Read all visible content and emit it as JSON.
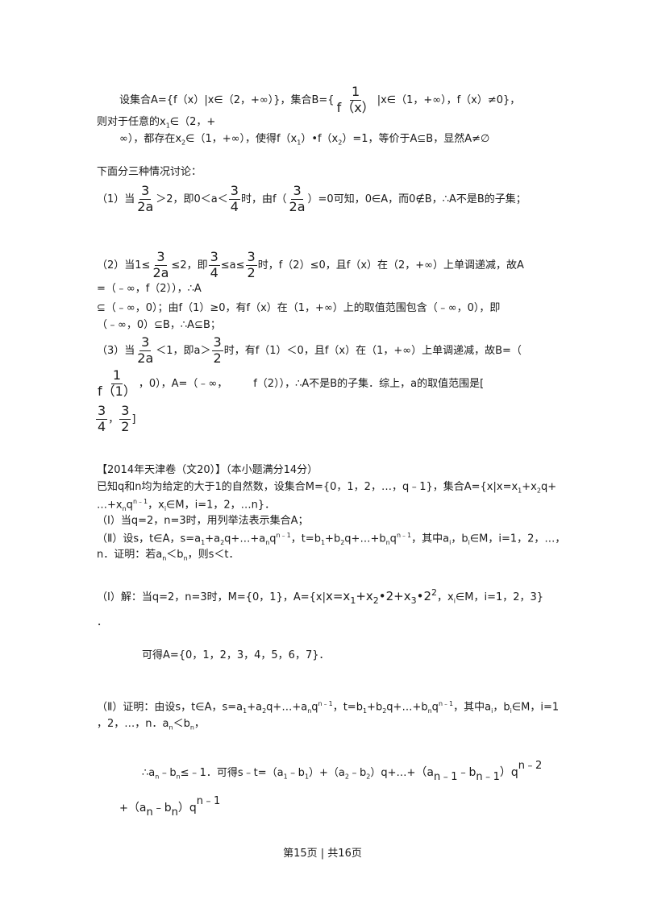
{
  "lines": {
    "l1a": "设集合A={f（x）|x∈（2，+∞）}，集合B={",
    "l1_frac_num": "1",
    "l1_frac_den": "f（x）",
    "l1b": "|x∈（1，+∞），f（x）≠0}，",
    "l2": "则对于任意的x",
    "l2_sub": "1",
    "l2b": "∈（2，+",
    "l3a": "∞），都存在x",
    "l3_sub": "2",
    "l3b": "∈（1，+∞），使得f（x",
    "l3_sub1": "1",
    "l3c": "）•f（x",
    "l3_sub2": "2",
    "l3d": "）=1，等价于A⊆B，显然A≠∅",
    "l4": "下面分三种情况讨论：",
    "c1a": "（1）当",
    "c1_f1_num": "3",
    "c1_f1_den": "2a",
    "c1b": "＞2，即0＜a＜",
    "c1_f2_num": "3",
    "c1_f2_den": "4",
    "c1c": "时，由f（",
    "c1_f3_num": "3",
    "c1_f3_den": "2a",
    "c1d": "）=0可知，0∈A，而0∉B，∴A不是B的子集；",
    "c2a": "（2）当1≤",
    "c2_f1_num": "3",
    "c2_f1_den": "2a",
    "c2b": "≤2，即",
    "c2_f2_num": "3",
    "c2_f2_den": "4",
    "c2c": "≤a≤",
    "c2_f3_num": "3",
    "c2_f3_den": "2",
    "c2d": "时，f（2）≤0，且f（x）在（2，+∞）上单调递减，故A",
    "c2e": "=（﹣∞，f（2）），∴A",
    "c2f": "⊆（﹣∞，0）；由f（1）≥0，有f（x）在（1，+∞）上的取值范围包含（﹣∞，0），即",
    "c2g": "（﹣∞，0）⊆B，∴A⊆B；",
    "c3a": "（3）当",
    "c3_f1_num": "3",
    "c3_f1_den": "2a",
    "c3b": "＜1，即a＞",
    "c3_f2_num": "3",
    "c3_f2_den": "2",
    "c3c": "时，有f（1）＜0，且f（x）在（1，+∞）上单调递减，故B=（",
    "c3_f3_num": "1",
    "c3_f3_den": "f（1）",
    "c3d": "，0），A=（﹣∞，",
    "c3e": "f（2）），∴A不是B的子集．综上，a的取值范围是[",
    "c3_f4_num": "3",
    "c3_f4_den": "4",
    "c3f": "，",
    "c3_f5_num": "3",
    "c3_f5_den": "2",
    "c3g": "]",
    "p2_title": "【2014年天津卷（文20）】（本小题满分14分）",
    "p2_l1": "已知q和n均为给定的大于1的自然数，设集合M={0，1，2，…，q﹣1}，集合A={x|x=x",
    "p2_l1_s1": "1",
    "p2_l1b": "+x",
    "p2_l1_s2": "2",
    "p2_l1c": "q+",
    "p2_l2a": "…+x",
    "p2_l2_s1": "n",
    "p2_l2b": "q",
    "p2_l2_sup": "n﹣1",
    "p2_l2c": "，x",
    "p2_l2_s2": "i",
    "p2_l2d": "∈M，i=1，2，…n}．",
    "p2_l3": "（Ⅰ）当q=2，n=3时，用列举法表示集合A；",
    "p2_l4a": "（Ⅱ）设s，t∈A，s=a",
    "p2_l4b": "+a",
    "p2_l4c": "q+…+a",
    "p2_l4d": "q",
    "p2_l4e": "，t=b",
    "p2_l4f": "+b",
    "p2_l4g": "q+…+b",
    "p2_l4h": "q",
    "p2_l4i": "，其中a",
    "p2_l4j": "，b",
    "p2_l4k": "∈M，i=1，2，…，",
    "p2_l5": "n．证明：若a",
    "p2_l5_s1": "n",
    "p2_l5b": "＜b",
    "p2_l5_s2": "n",
    "p2_l5c": "，则s＜t．",
    "s1a": "（Ⅰ）解：当q=2，n=3时，M={0，1}，A={x|",
    "s1_eq": "x=x",
    "s1b": "，x",
    "s1c": "∈M，i=1，2，3}",
    "s1_dot": "．",
    "s1_result": "可得A={0，1，2，3，4，5，6，7}．",
    "s2a": "（Ⅱ）证明：由设s，t∈A，s=a",
    "s2b": "+a",
    "s2c": "q+…+a",
    "s2d": "q",
    "s2e": "，t=b",
    "s2f": "+b",
    "s2g": "q+…+b",
    "s2h": "q",
    "s2i": "，其中a",
    "s2j": "，b",
    "s2k": "∈M，i=1",
    "s2_l2": "，2，…，n．a",
    "s2_l2b": "＜b",
    "s2_l2c": "，",
    "s3a": "∴a",
    "s3b": "﹣b",
    "s3c": "≤﹣1．可得s﹣t=（a",
    "s3d": "﹣b",
    "s3e": "）+（a",
    "s3f": "﹣b",
    "s3g": "）q+…+",
    "s4a": "+",
    "footer": "第15页 | 共16页"
  }
}
